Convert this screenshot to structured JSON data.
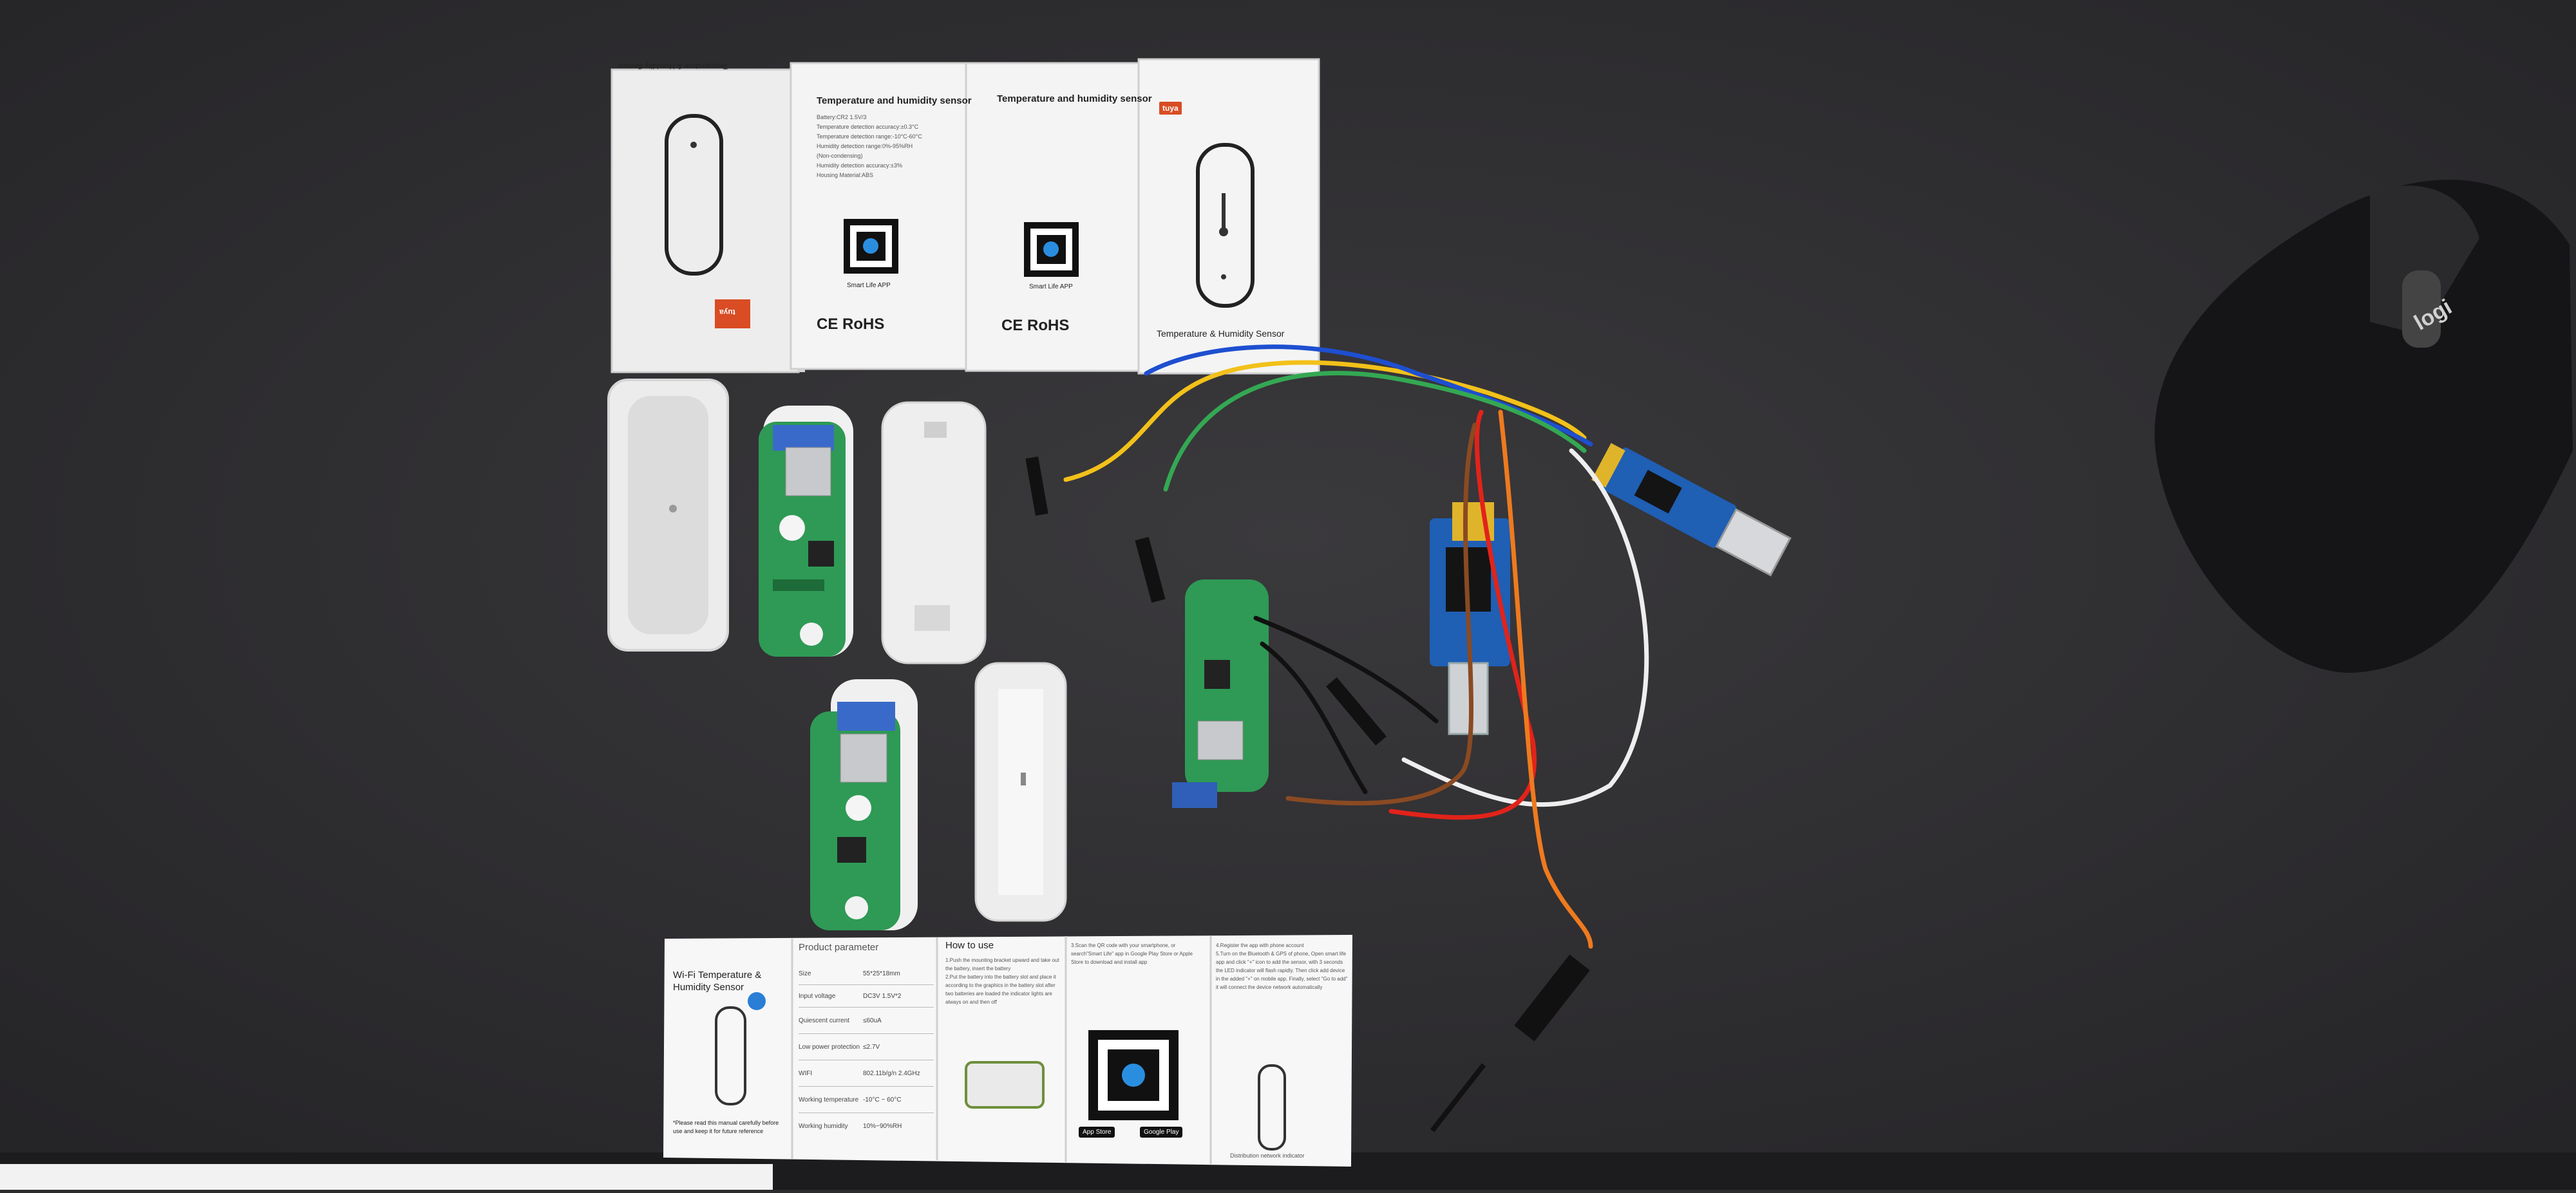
{
  "boxes": {
    "box2_title": "Temperature and humidity sensor",
    "box2_lines": [
      "Battery:CR2 1.5V/3",
      "Temperature detection accuracy:±0.3°C",
      "Temperature detection range:-10°C-60°C",
      "Humidity detection range:0%-95%RH",
      "(Non-condensing)",
      "Humidity detection accuracy:±3%",
      "Housing Material:ABS"
    ],
    "box2_app": "Smart Life APP",
    "box3_title": "Temperature and humidity sensor",
    "box3_app": "Smart Life APP",
    "rohs": "CE RoHS",
    "box4_brand": "tuya",
    "box4_caption": "Temperature & Humidity Sensor",
    "box1_title": "Temperature & Humidity Sensor",
    "box1_brand": "tuya"
  },
  "manual": {
    "title": "Wi-Fi Temperature & Humidity Sensor",
    "note": "*Please read this manual carefully before use and keep it for future reference",
    "param_header": "Product parameter",
    "params": [
      [
        "Size",
        "55*25*18mm"
      ],
      [
        "Input voltage",
        "DC3V 1.5V*2"
      ],
      [
        "Quiescent current",
        "≤60uA"
      ],
      [
        "Low power protection",
        "≤2.7V"
      ],
      [
        "WIFI",
        "802.11b/g/n 2.4GHz"
      ],
      [
        "Working temperature",
        "-10°C ~ 60°C"
      ],
      [
        "Working humidity",
        "10%~90%RH"
      ]
    ],
    "how_header": "How to use",
    "how_lines": [
      "1.Push the mounting bracket upward and take out the battery, insert the battery",
      "2.Put the battery into the battery slot and place it according to the graphics in the battery slot after two batteries are loaded the indicator lights are always on and then off"
    ],
    "scan_text": "3.Scan the QR code with your smartphone, or search\"Smart Life\" app in Google Play Store or Apple Store to download and install app",
    "store1": "App Store",
    "store2": "Google Play",
    "register_lines": [
      "4.Register the app with phone account",
      "5.Turn on the Bluetooth & GPS of phone, Open smart life app and click \"+\" icon to add the sensor, with 3 seconds the LED indicator will flash rapidly. Then click add device",
      "in the added \"+\" on mobile app. Finally, select \"Go to add\" it will connect the device network automatically"
    ],
    "distribution": "Distribution network indicator"
  },
  "mouse": {
    "logo": "logi"
  },
  "colors": {
    "mat": "#2c2b2e",
    "box_white": "#f1f1f1",
    "pcb_green": "#2e9a55",
    "usb_blue": "#1f5fb4",
    "wire_red": "#e2231a",
    "wire_orange": "#ee7a1f",
    "wire_yellow": "#f2c11a",
    "wire_green": "#34a853",
    "wire_blue": "#1e4fd0",
    "wire_white": "#eeeeee",
    "wire_brown": "#8a4a22"
  }
}
